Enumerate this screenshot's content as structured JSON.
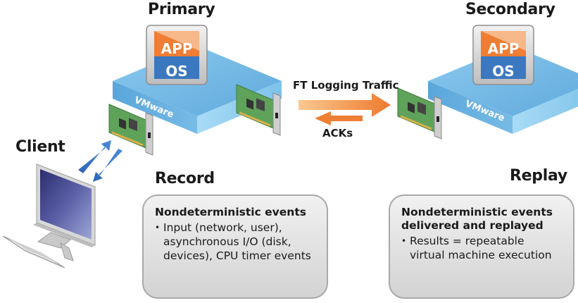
{
  "nodes": {
    "primary": {
      "label": "Primary",
      "app_label": "APP",
      "os_label": "OS",
      "hypervisor_label": "VMware"
    },
    "secondary": {
      "label": "Secondary",
      "app_label": "APP",
      "os_label": "OS",
      "hypervisor_label": "VMware"
    },
    "client": {
      "label": "Client"
    }
  },
  "links": {
    "logging": {
      "label": "FT Logging Traffic",
      "direction": "primary-to-secondary"
    },
    "acks": {
      "label": "ACKs",
      "direction": "secondary-to-primary"
    },
    "client_io": {
      "direction": "bidirectional"
    }
  },
  "phases": {
    "record": {
      "label": "Record",
      "heading": "Nondeterministic events",
      "bullets": [
        "Input (network, user), asynchronous I/O (disk, devices), CPU timer events"
      ]
    },
    "replay": {
      "label": "Replay",
      "heading": "Nondeterministic events delivered and replayed",
      "bullets": [
        "Results = repeatable virtual machine execution"
      ]
    }
  },
  "colors": {
    "app_orange": "#ef7d33",
    "app_orange_light": "#f7b88a",
    "os_blue": "#3b78c0",
    "vmware_blue": "#6fb7e4",
    "arrow_orange": "#ef7f33",
    "arrow_blue": "#2f6fc0",
    "nic_green": "#5fa35a"
  }
}
